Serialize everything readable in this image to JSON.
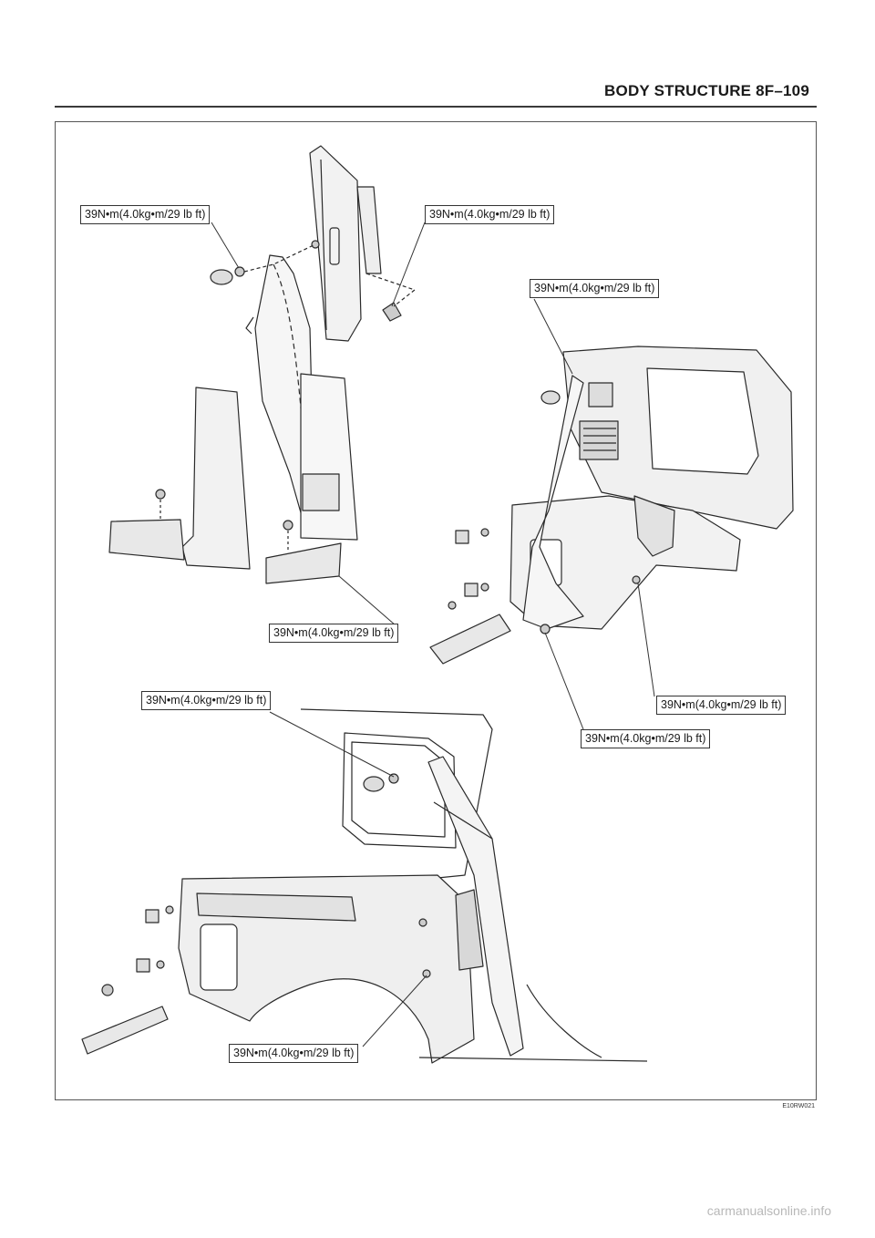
{
  "header": {
    "title": "BODY STRUCTURE   8F–109"
  },
  "callouts": [
    "39N•m(4.0kg•m/29 lb ft)",
    "39N•m(4.0kg•m/29 lb ft)",
    "39N•m(4.0kg•m/29 lb ft)",
    "39N•m(4.0kg•m/29 lb ft)",
    "39N•m(4.0kg•m/29 lb ft)",
    "39N•m(4.0kg•m/29 lb ft)",
    "39N•m(4.0kg•m/29 lb ft)",
    "39N•m(4.0kg•m/29 lb ft)"
  ],
  "figure_code": "E10RW021",
  "watermark": "carmanualsonline.info"
}
